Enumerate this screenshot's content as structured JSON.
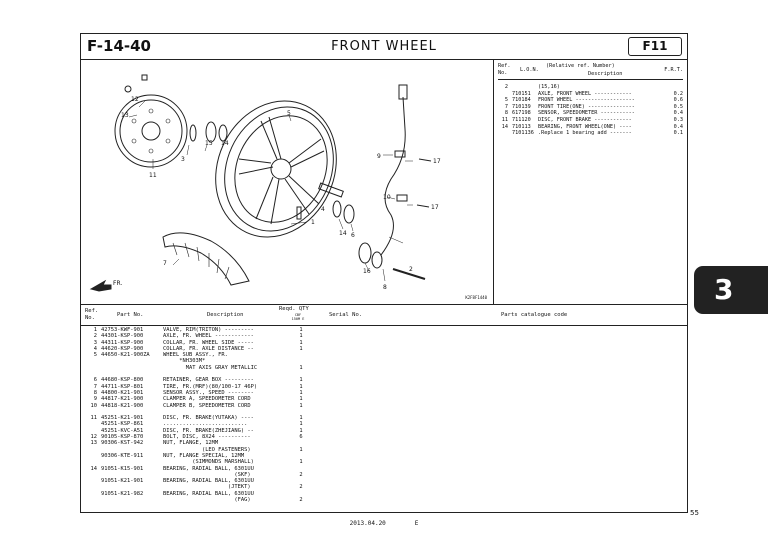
{
  "header": {
    "code": "F-14-40",
    "title": "FRONT WHEEL",
    "badge": "F11"
  },
  "diagram": {
    "code": "K2F8F1440",
    "callouts": [
      "12",
      "13",
      "11",
      "3",
      "15",
      "14",
      "5",
      "7",
      "2",
      "1",
      "4",
      "14",
      "6",
      "16",
      "8",
      "9",
      "17",
      "10",
      "17"
    ],
    "fr_label": "FR."
  },
  "ref_table": {
    "h_ref": "Ref. No.",
    "h_lon": "L.O.N.",
    "h_rel": "(Relative ref. Number)",
    "h_desc": "Description",
    "h_frt": "F.R.T.",
    "rows": [
      {
        "ref": "2",
        "lon": "",
        "desc": "(15,16)",
        "frt": ""
      },
      {
        "ref": "",
        "lon": "710151",
        "desc": "AXLE, FRONT WHEEL ------------",
        "frt": "0.2"
      },
      {
        "ref": "5",
        "lon": "710184",
        "desc": "FRONT WHEEL -------------------",
        "frt": "0.6"
      },
      {
        "ref": "7",
        "lon": "710139",
        "desc": "FRONT TIRE(ONE) ---------------",
        "frt": "0.5"
      },
      {
        "ref": "8",
        "lon": "617198",
        "desc": "SENSOR, SPEEDOMETER -----------",
        "frt": "0.4"
      },
      {
        "ref": "11",
        "lon": "711120",
        "desc": "DISC, FRONT BRAKE ------------",
        "frt": "0.3"
      },
      {
        "ref": "14",
        "lon": "710113",
        "desc": "BEARING, FRONT WHEEL(ONE) ----",
        "frt": "0.4"
      },
      {
        "ref": "",
        "lon": "7101136",
        "desc": ".Replace 1 bearing add -------",
        "frt": "0.1"
      }
    ]
  },
  "list_header": {
    "ref": "Ref. No.",
    "part": "Part No.",
    "desc": "Description",
    "qty": "Reqd. QTY",
    "qty_sub": "CBF 150M E",
    "serial": "Serial No.",
    "catalog": "Parts catalogue code"
  },
  "parts": [
    {
      "ref": "1",
      "part": "42753-KWF-901",
      "desc": "VALVE, RIM(TRITON) ---------",
      "qty": "1"
    },
    {
      "ref": "2",
      "part": "44301-KSP-900",
      "desc": "AXLE, FR. WHEEL ------------",
      "qty": "1"
    },
    {
      "ref": "3",
      "part": "44311-KSP-900",
      "desc": "COLLAR, FR. WHEEL SIDE -----",
      "qty": "1"
    },
    {
      "ref": "4",
      "part": "44620-KSP-900",
      "desc": "COLLAR, FR. AXLE DISTANCE --",
      "qty": "1"
    },
    {
      "ref": "5",
      "part": "44650-K21-900ZA",
      "desc": "WHEEL SUB ASSY., FR.",
      "qty": ""
    },
    {
      "ref": "",
      "part": "",
      "desc": "     *NH303M*",
      "qty": ""
    },
    {
      "ref": "",
      "part": "",
      "desc": "       MAT AXIS GRAY METALLIC",
      "qty": "1"
    },
    {
      "ref": "",
      "part": "",
      "desc": "",
      "qty": ""
    },
    {
      "ref": "6",
      "part": "44680-KSP-800",
      "desc": "RETAINER, GEAR BOX ---------",
      "qty": "1"
    },
    {
      "ref": "7",
      "part": "44711-KSP-801",
      "desc": "TIRE, FR.(MRF)(80/100-17 46P)",
      "qty": "1"
    },
    {
      "ref": "8",
      "part": "44800-K21-901",
      "desc": "SENSOR ASSY., SPEED --------",
      "qty": "1"
    },
    {
      "ref": "9",
      "part": "44817-K21-900",
      "desc": "CLAMPER A, SPEEDOMETER CORD ",
      "qty": "1"
    },
    {
      "ref": "10",
      "part": "44818-K21-900",
      "desc": "CLAMPER B, SPEEDOMETER CORD ",
      "qty": "1"
    },
    {
      "ref": "",
      "part": "",
      "desc": "",
      "qty": ""
    },
    {
      "ref": "11",
      "part": "45251-K21-901",
      "desc": "DISC, FR. BRAKE(YUTAKA) ----",
      "qty": "1"
    },
    {
      "ref": "",
      "part": "45251-KSP-861",
      "desc": "..........................",
      "qty": "1"
    },
    {
      "ref": "",
      "part": "45251-KVC-A51",
      "desc": "DISC, FR. BRAKE(ZHEJIANG) --",
      "qty": "1"
    },
    {
      "ref": "12",
      "part": "90105-KSP-870",
      "desc": "BOLT, DISC, 8X24 ----------",
      "qty": "6"
    },
    {
      "ref": "13",
      "part": "90306-KST-942",
      "desc": "NUT, FLANGE, 12MM",
      "qty": ""
    },
    {
      "ref": "",
      "part": "",
      "desc": "            (LEO FASTENERS)",
      "qty": "1"
    },
    {
      "ref": "",
      "part": "90306-KTE-911",
      "desc": "NUT, FLANGE SPECIAL, 12MM",
      "qty": ""
    },
    {
      "ref": "",
      "part": "",
      "desc": "         (SIMMONDS MARSHALL)",
      "qty": "1"
    },
    {
      "ref": "14",
      "part": "91051-K15-901",
      "desc": "BEARING, RADIAL BALL, 6301UU",
      "qty": ""
    },
    {
      "ref": "",
      "part": "",
      "desc": "                      (SKF)",
      "qty": "2"
    },
    {
      "ref": "",
      "part": "91051-K21-901",
      "desc": "BEARING, RADIAL BALL, 6301UU",
      "qty": ""
    },
    {
      "ref": "",
      "part": "",
      "desc": "                    (JTEKT)",
      "qty": "2"
    },
    {
      "ref": "",
      "part": "91051-K21-982",
      "desc": "BEARING, RADIAL BALL, 6301UU",
      "qty": ""
    },
    {
      "ref": "",
      "part": "",
      "desc": "                      (FAG)",
      "qty": "2"
    }
  ],
  "footer": {
    "date": "2013.04.20",
    "edition": "E",
    "page": "55"
  },
  "section_tab": "3"
}
